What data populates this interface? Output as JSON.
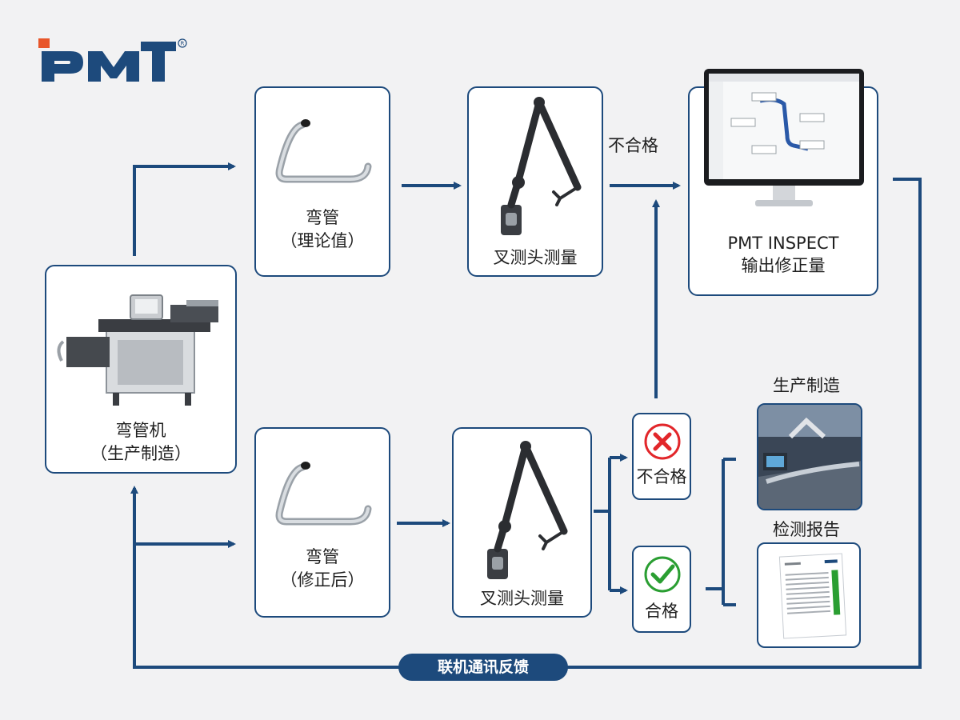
{
  "logo": {
    "text": "PMT",
    "registered": "®",
    "color": "#1d4a7c",
    "accent": "#e8562a"
  },
  "colors": {
    "arrow": "#1d4a7c",
    "box_border": "#1d4a7c",
    "fail": "#e2262a",
    "pass": "#2a9e32",
    "background": "#f2f2f3"
  },
  "bender": {
    "line1": "弯管机",
    "line2": "（生产制造）"
  },
  "top_row": {
    "tube": {
      "line1": "弯管",
      "line2": "（理论值）"
    },
    "probe": {
      "line1": "叉测头测量"
    },
    "fail_label": "不合格",
    "inspect": {
      "line1": "PMT INSPECT",
      "line2": "输出修正量"
    }
  },
  "bottom_row": {
    "tube": {
      "line1": "弯管",
      "line2": "（修正后）"
    },
    "probe": {
      "line1": "叉测头测量"
    },
    "fail": {
      "label": "不合格",
      "icon": "x-mark-icon"
    },
    "pass": {
      "label": "合格",
      "icon": "check-mark-icon"
    },
    "production": {
      "label": "生产制造"
    },
    "report": {
      "label": "检测报告"
    }
  },
  "feedback": {
    "label": "联机通讯反馈"
  }
}
